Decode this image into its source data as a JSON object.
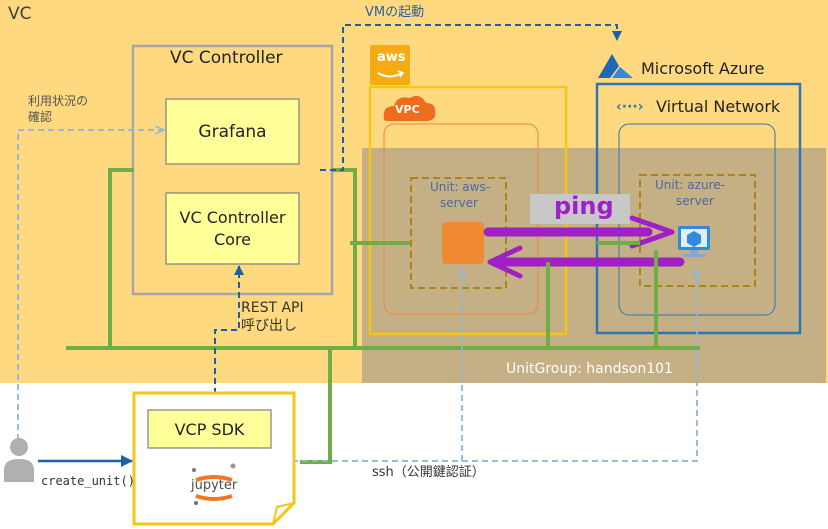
{
  "vc_label": "VC",
  "vm_start_label": "VMの起動",
  "usage_label_line1": "利用状況の",
  "usage_label_line2": "確認",
  "vc_controller": {
    "title": "VC Controller",
    "grafana": "Grafana",
    "core_line1": "VC Controller",
    "core_line2": "Core"
  },
  "rest_api_line1": "REST API",
  "rest_api_line2": "呼び出し",
  "aws": {
    "badge": "aws",
    "vpc_badge": "VPC",
    "unit_line1": "Unit: aws-",
    "unit_line2": "server"
  },
  "azure": {
    "title": "Microsoft Azure",
    "vnet": "Virtual Network",
    "vnet_icon": "‹···›",
    "unit_line1": "Unit: azure-",
    "unit_line2": "server"
  },
  "ping_label": "ping",
  "unitgroup_label": "UnitGroup: handson101",
  "sdk": {
    "title": "VCP SDK",
    "jupyter": "jupyter"
  },
  "create_unit_label": "create_unit()",
  "ssh_label": "ssh（公開鍵認証）",
  "colors": {
    "vc_bg": "#ffd97f",
    "unitgroup_bg": "#c2ae86",
    "yellow_fill": "#ffff99",
    "aws_orange": "#f5ac14",
    "azure_blue": "#2e75b6",
    "network_green": "#70ad47",
    "ping_purple": "#a020c8",
    "dash_blue": "#8fb4de",
    "dash_dark": "#1f5fa8"
  },
  "icons": [
    "aws-logo-icon",
    "vpc-cloud-icon",
    "ec2-instance-icon",
    "azure-logo-icon",
    "vnet-icon",
    "azure-vm-icon",
    "user-icon",
    "jupyter-logo-icon"
  ]
}
